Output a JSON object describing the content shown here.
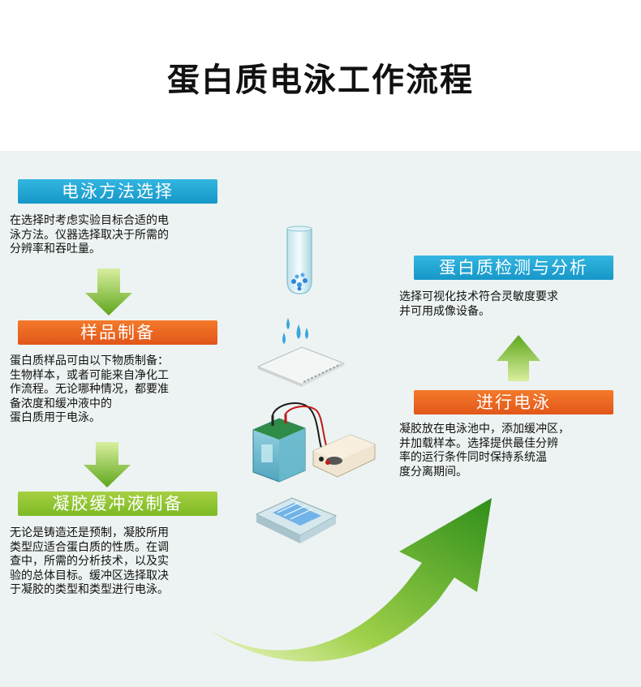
{
  "title": "蛋白质电泳工作流程",
  "steps": {
    "method": {
      "label": "电泳方法选择",
      "lines": [
        "在选择时考虑实验目标合适的电",
        "泳方法。仪器选择取决于所需的",
        "分辨率和吞吐量。"
      ]
    },
    "sample": {
      "label": "样品制备",
      "lines": [
        "蛋白质样品可由以下物质制备：",
        "生物样本，或者可能来自净化工",
        "作流程。无论哪种情况，都要准",
        "备浓度和缓冲液中的",
        "蛋白质用于电泳。"
      ]
    },
    "gel": {
      "label": "凝胶缓冲液制备",
      "lines": [
        "无论是铸造还是预制，凝胶所用",
        "类型应适合蛋白质的性质。在调",
        "查中，所需的分析技术，以及实",
        "验的总体目标。缓冲区选择取决",
        "于凝胶的类型和类型进行电泳。"
      ]
    },
    "run": {
      "label": "进行电泳",
      "lines": [
        "凝胶放在电泳池中，添加缓冲区，",
        "并加载样本。选择提供最佳分辨",
        "率的运行条件同时保持系统温",
        "度分离期间。"
      ]
    },
    "detect": {
      "label": "蛋白质检测与分析",
      "lines": [
        "选择可视化技术符合灵敏度要求",
        "并可用成像设备。"
      ]
    }
  },
  "colors": {
    "blue": "#1fa5d6",
    "orange": "#ea6a22",
    "green": "#8cc234",
    "panel_bg": "#edf3f2"
  },
  "icons": [
    "test-tube-icon",
    "water-drops-icon",
    "gel-card-icon",
    "electrophoresis-tank-icon",
    "power-supply-icon",
    "gel-tray-icon",
    "down-arrow-icon",
    "up-arrow-icon",
    "curved-arrow-icon"
  ]
}
